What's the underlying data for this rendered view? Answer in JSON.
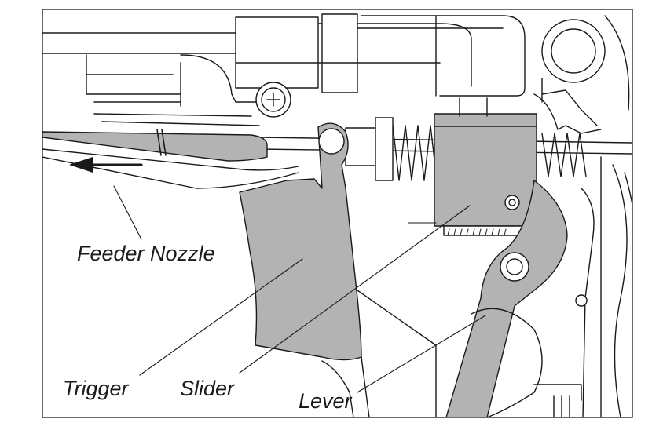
{
  "labels": {
    "feeder_nozzle": "Feeder Nozzle",
    "trigger": "Trigger",
    "slider": "Slider",
    "lever": "Lever"
  },
  "colors": {
    "part_fill": "#b3b3b3",
    "line": "#1a1a1a",
    "background": "#ffffff"
  },
  "arrow_direction": "left"
}
